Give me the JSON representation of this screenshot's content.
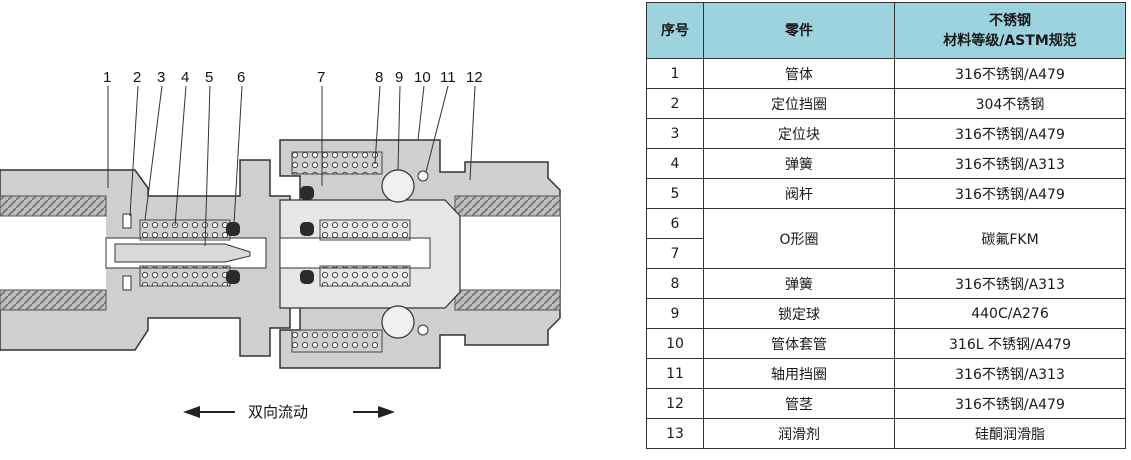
{
  "diagram": {
    "callouts": [
      "1",
      "2",
      "3",
      "4",
      "5",
      "6",
      "7",
      "8",
      "9",
      "10",
      "11",
      "12"
    ],
    "flow_label": "双向流动"
  },
  "table": {
    "headers": {
      "no": "序号",
      "part": "零件",
      "spec_line1": "不锈钢",
      "spec_line2": "材料等级/ASTM规范"
    },
    "rows": [
      {
        "no": "1",
        "part": "管体",
        "spec": "316不锈钢/A479"
      },
      {
        "no": "2",
        "part": "定位挡圈",
        "spec": "304不锈钢"
      },
      {
        "no": "3",
        "part": "定位块",
        "spec": "316不锈钢/A479"
      },
      {
        "no": "4",
        "part": "弹簧",
        "spec": "316不锈钢/A313"
      },
      {
        "no": "5",
        "part": "阀杆",
        "spec": "316不锈钢/A479"
      },
      {
        "no": "6",
        "part": "O形圈",
        "spec": "碳氟FKM"
      },
      {
        "no": "7"
      },
      {
        "no": "8",
        "part": "弹簧",
        "spec": "316不锈钢/A313"
      },
      {
        "no": "9",
        "part": "锁定球",
        "spec": "440C/A276"
      },
      {
        "no": "10",
        "part": "管体套管",
        "spec": "316L 不锈钢/A479"
      },
      {
        "no": "11",
        "part": "轴用挡圈",
        "spec": "316不锈钢/A313"
      },
      {
        "no": "12",
        "part": "管茎",
        "spec": "316不锈钢/A479"
      },
      {
        "no": "13",
        "part": "润滑剂",
        "spec": "硅酮润滑脂"
      }
    ]
  },
  "colors": {
    "steel": "#cfcfcf",
    "outline": "#333333",
    "thread_dark": "#8a8a8a",
    "oring": "#2b2b2b",
    "table_header": "#9dd3df"
  }
}
